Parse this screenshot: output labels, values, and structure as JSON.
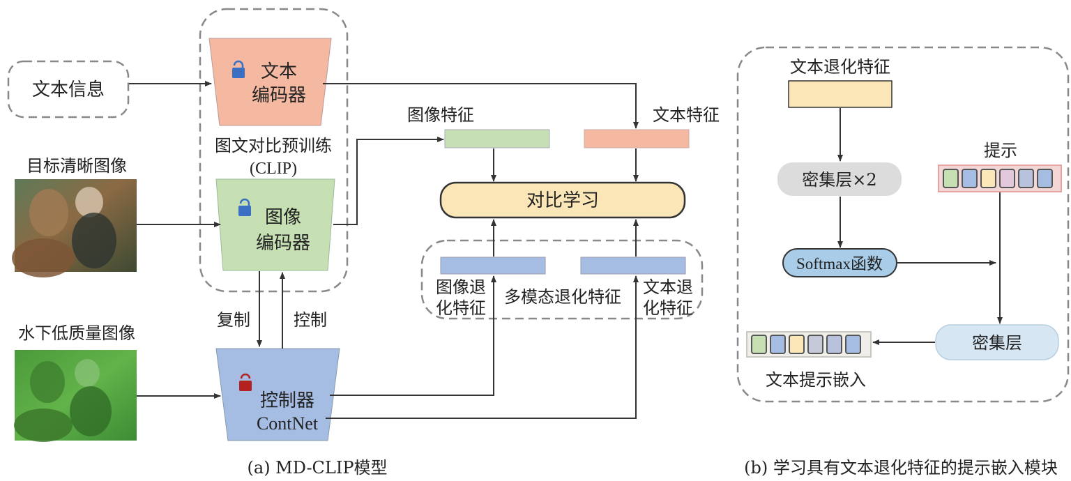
{
  "panel_a": {
    "caption": "(a) MD-CLIP模型",
    "text_info": "文本信息",
    "target_image_label": "目标清晰图像",
    "underwater_image_label": "水下低质量图像",
    "text_encoder": [
      "文本",
      "编码器"
    ],
    "image_encoder": [
      "图像",
      "编码器"
    ],
    "clip_label": [
      "图文对比预训练",
      "(CLIP)"
    ],
    "copy_label": "复制",
    "control_label": "控制",
    "controller": [
      "控制器",
      "ContNet"
    ],
    "image_feature_label": "图像特征",
    "text_feature_label": "文本特征",
    "contrastive_learning": "对比学习",
    "image_degradation_feature": [
      "图像退",
      "化特征"
    ],
    "text_degradation_feature": [
      "文本退",
      "化特征"
    ],
    "multimodal_degradation_feature": "多模态退化特征"
  },
  "panel_b": {
    "caption": "(b) 学习具有文本退化特征的提示嵌入模块",
    "text_degradation_feature": "文本退化特征",
    "dense_x2": "密集层×2",
    "softmax": "Softmax函数",
    "prompt": "提示",
    "dense": "密集层",
    "text_prompt_embedding": "文本提示嵌入"
  },
  "colors": {
    "text_encoder": "#f4b9a0",
    "image_encoder": "#c6e0b4",
    "controller": "#a6bde3",
    "image_feature_bar": "#c6e0b4",
    "text_feature_bar": "#f4b9a0",
    "contrastive_box": "#fbe6b8",
    "degradation_bar": "#a6bde3",
    "text_degradation_bar": "#fbe6b8",
    "dense_box": "#dcdcdc",
    "softmax_box": "#a9cde8",
    "dense_box_b": "#d6e6f2",
    "prompt_border": "#e8a0a0",
    "unlocked_icon": "#b52020",
    "locked_icon": "#3a6fc4"
  },
  "icons": {
    "text_encoder_lock": "locked-icon",
    "image_encoder_lock": "locked-icon",
    "controller_lock": "unlocked-icon"
  },
  "prompt_cells": [
    "#c6e0b4",
    "#a6bde3",
    "#fbe6b8",
    "#e3c8dc",
    "#b8c2dc",
    "#a6bde3"
  ],
  "embed_cells": [
    "#c6e0b4",
    "#a6bde3",
    "#fbe6b8",
    "#c5c9d8",
    "#b8c2dc",
    "#a6bde3"
  ]
}
